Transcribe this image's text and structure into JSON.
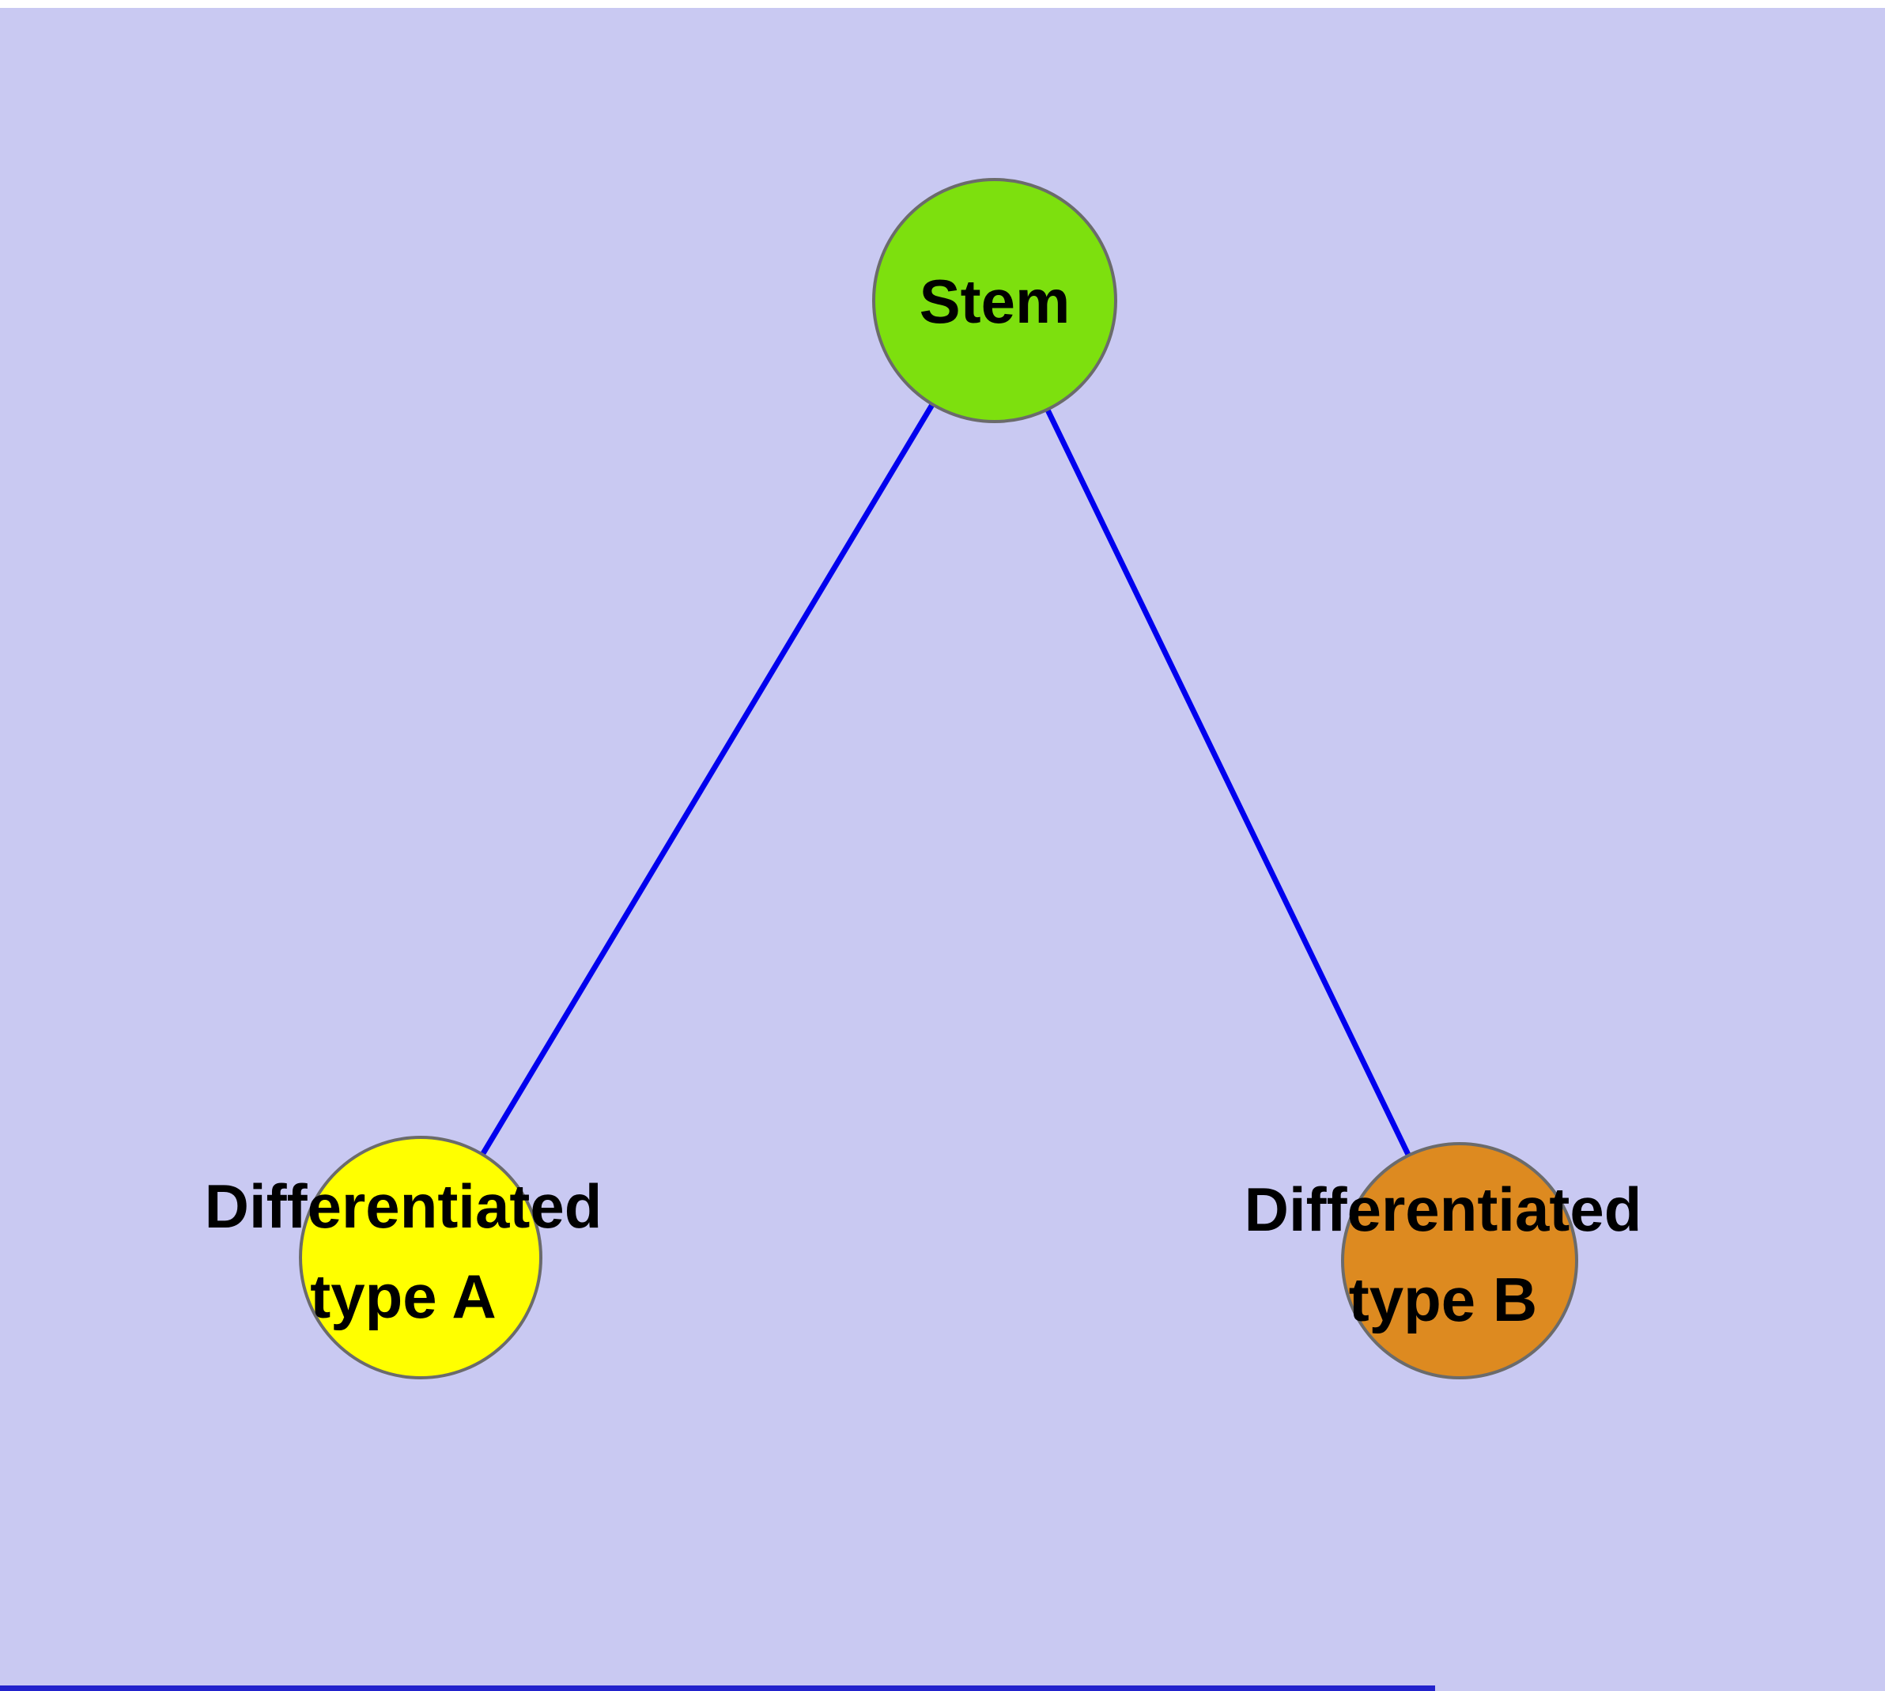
{
  "canvas": {
    "background": "#c9c9f2",
    "top_strip_color": "#ffffff",
    "bottom_strip_color": "#2222cc"
  },
  "diagram": {
    "type": "graph",
    "edge_color": "#0000ee",
    "edges": [
      {
        "from": "Stem",
        "to": "Differentiated type A"
      },
      {
        "from": "Stem",
        "to": "Differentiated type B"
      }
    ]
  },
  "nodes": {
    "stem": {
      "label": "Stem",
      "color": "#7de00e",
      "border_color": "#6b6b6b"
    },
    "type_a": {
      "line1": "Differentiated",
      "line2": "type A",
      "color": "#ffff00",
      "border_color": "#6b6b6b"
    },
    "type_b": {
      "line1": "Differentiated",
      "line2": "type B",
      "color": "#dd8a20",
      "border_color": "#6b6b6b"
    }
  }
}
